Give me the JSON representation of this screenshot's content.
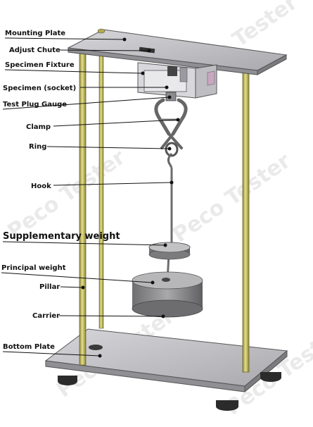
{
  "diagram": {
    "watermark_text": "Peco Tester",
    "labels": {
      "mounting_plate": "Mounting Plate",
      "adjust_chute": "Adjust Chute",
      "specimen_fixture": "Specimen Fixture",
      "specimen_socket": "Specimen (socket)",
      "test_plug_gauge": "Test Plug Gauge",
      "clamp": "Clamp",
      "ring": "Ring",
      "hook": "Hook",
      "supplementary_weight": "Supplementary weight",
      "principal_weight": "Principal weight",
      "pillar": "Pillar",
      "carrier": "Carrier",
      "bottom_plate": "Bottom Plate"
    },
    "colors": {
      "plate": "#b9b9bd",
      "pillar": "#c9c26a",
      "weight": "#8d8d8f",
      "fixture": "#d8d8dc",
      "socket_face": "#c9a7bf",
      "foot": "#2b2b2b"
    }
  }
}
